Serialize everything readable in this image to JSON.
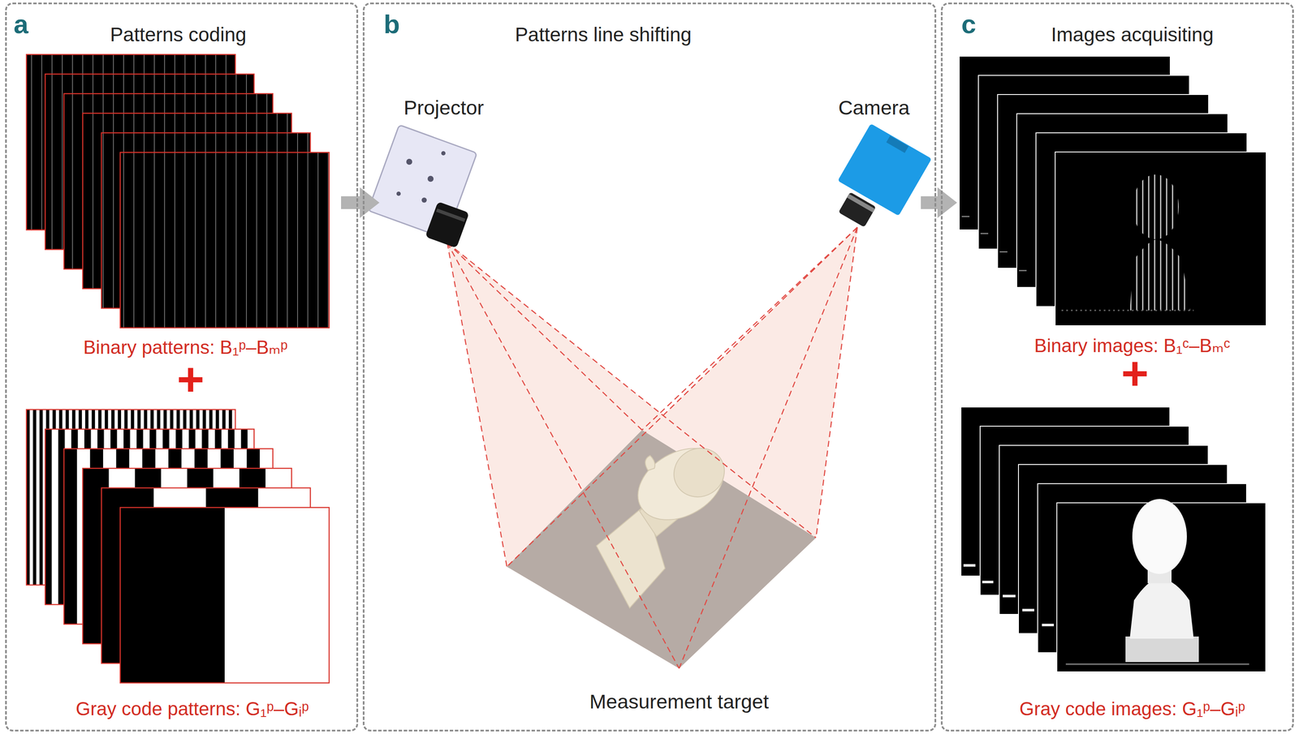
{
  "diagram": {
    "nodes": [
      {
        "text": [
          "a",
          "Patterns coding"
        ]
      },
      {
        "text": [
          "Binary patterns: B₁ᵖ–Bₘᵖ"
        ],
        "in": 0
      },
      {
        "text": [
          "Gray code patterns: G₁ᵖ–Gᵢᵖ"
        ],
        "in": 0
      },
      {
        "text": [
          "b",
          "Patterns line shifting"
        ]
      },
      {
        "text": [
          "Projector"
        ],
        "in": 3
      },
      {
        "text": [
          "Camera"
        ],
        "in": 3
      },
      {
        "text": [
          "Measurement target"
        ],
        "in": 3
      },
      {
        "text": [
          "c",
          "Images acquisiting"
        ]
      },
      {
        "text": [
          "Binary images: B₁ᶜ–Bₘᶜ"
        ],
        "in": 7
      },
      {
        "text": [
          "Gray code images: G₁ᵖ–Gᵢᵖ"
        ],
        "in": 7
      }
    ],
    "edges": [
      {
        "from": 1,
        "to": 4,
        "arrow": "to"
      },
      {
        "from": 5,
        "to": 8,
        "arrow": "to"
      }
    ],
    "labels": [
      "+",
      "+"
    ]
  }
}
